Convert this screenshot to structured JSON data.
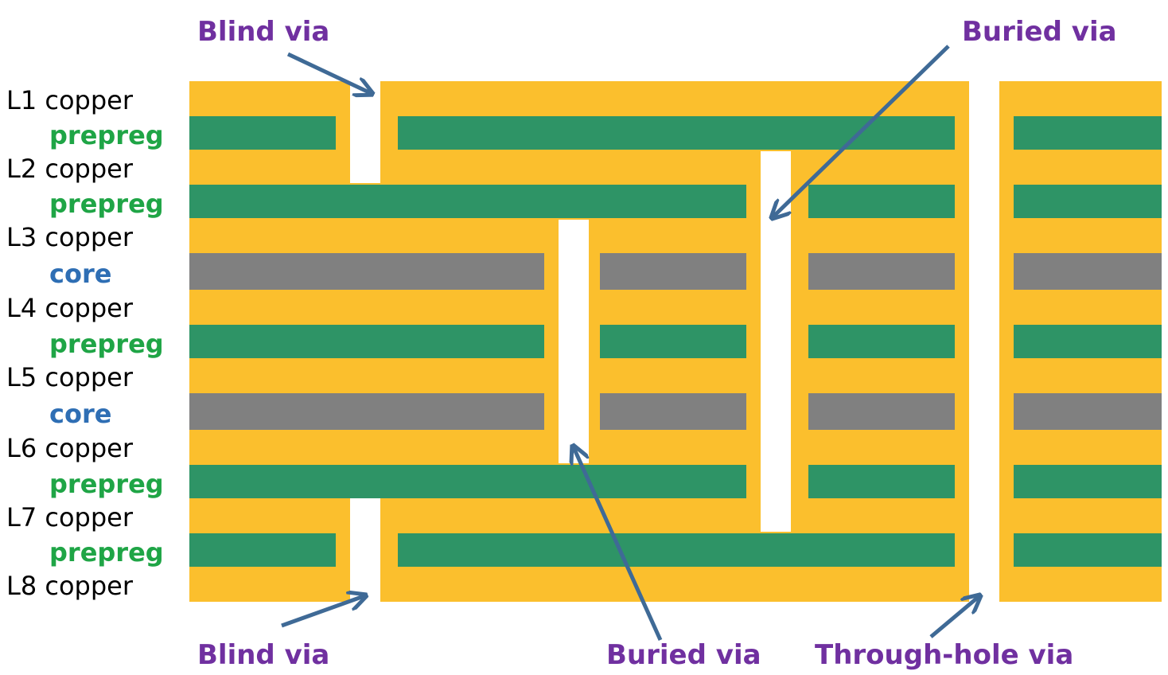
{
  "layers": [
    {
      "label": "L1 copper",
      "kind": "copper"
    },
    {
      "label": "prepreg",
      "kind": "prepreg"
    },
    {
      "label": "L2 copper",
      "kind": "copper"
    },
    {
      "label": "prepreg",
      "kind": "prepreg"
    },
    {
      "label": "L3 copper",
      "kind": "copper"
    },
    {
      "label": "core",
      "kind": "core"
    },
    {
      "label": "L4 copper",
      "kind": "copper"
    },
    {
      "label": "prepreg",
      "kind": "prepreg"
    },
    {
      "label": "L5 copper",
      "kind": "copper"
    },
    {
      "label": "core",
      "kind": "core"
    },
    {
      "label": "L6 copper",
      "kind": "copper"
    },
    {
      "label": "prepreg",
      "kind": "prepreg"
    },
    {
      "label": "L7 copper",
      "kind": "copper"
    },
    {
      "label": "prepreg",
      "kind": "prepreg"
    },
    {
      "label": "L8 copper",
      "kind": "copper"
    }
  ],
  "callouts": {
    "blind_via_top": "Blind via",
    "buried_via_top": "Buried via",
    "blind_via_bottom": "Blind via",
    "buried_via_bottom": "Buried via",
    "through_hole_via": "Through-hole via"
  },
  "colors": {
    "copper": "#FBBF2D",
    "prepreg": "#2E9466",
    "core": "#808080",
    "via": "#FFFFFF",
    "arrow": "#3F6A96",
    "callout_text": "#7030A0",
    "copper_label": "#000000",
    "prepreg_label": "#1FA546",
    "core_label": "#2E6EB4"
  }
}
